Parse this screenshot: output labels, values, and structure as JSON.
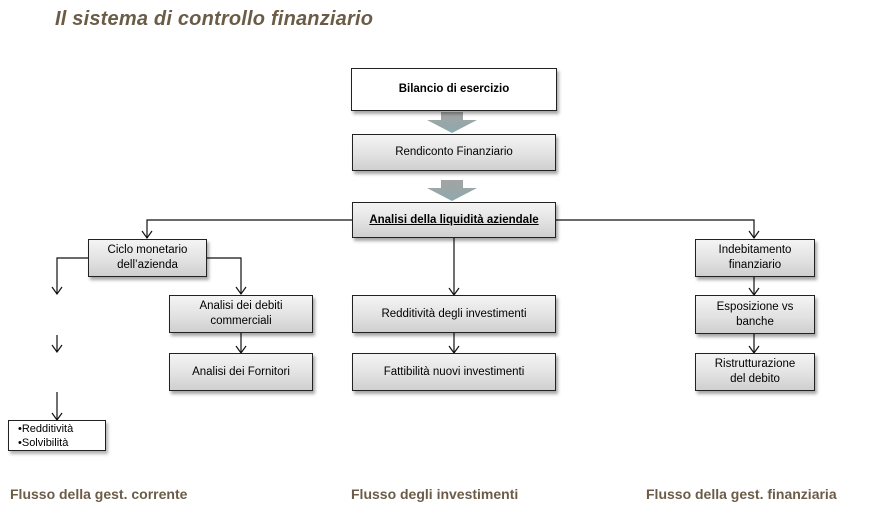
{
  "title": "Il sistema di controllo finanziario",
  "colors": {
    "title": "#6b5c48",
    "arrow_fill": "#9aa6a8",
    "box_border": "#222222"
  },
  "nodes": {
    "bilancio": "Bilancio di esercizio",
    "rendiconto": "Rendiconto Finanziario",
    "analisi_liquidita": "Analisi della liquidità aziendale",
    "ciclo_monetario": [
      "Ciclo monetario",
      "dell’azienda"
    ],
    "debiti_commerciali": [
      "Analisi dei debiti",
      "commerciali"
    ],
    "fornitori": "Analisi dei Fornitori",
    "redditivita_investimenti": "Redditività degli investimenti",
    "fattibilita": "Fattibilità nuovi  investimenti",
    "indebitamento": [
      "Indebitamento",
      "finanziario"
    ],
    "esposizione": [
      "Esposizione vs",
      "banche"
    ],
    "ristrutturazione": [
      "Ristrutturazione",
      "del debito"
    ]
  },
  "outcomes": [
    "•Redditività",
    "•Solvibilità"
  ],
  "footer": {
    "corrente": "Flusso della gest. corrente",
    "investimenti": "Flusso degli investimenti",
    "finanziaria": "Flusso della gest. finanziaria"
  }
}
